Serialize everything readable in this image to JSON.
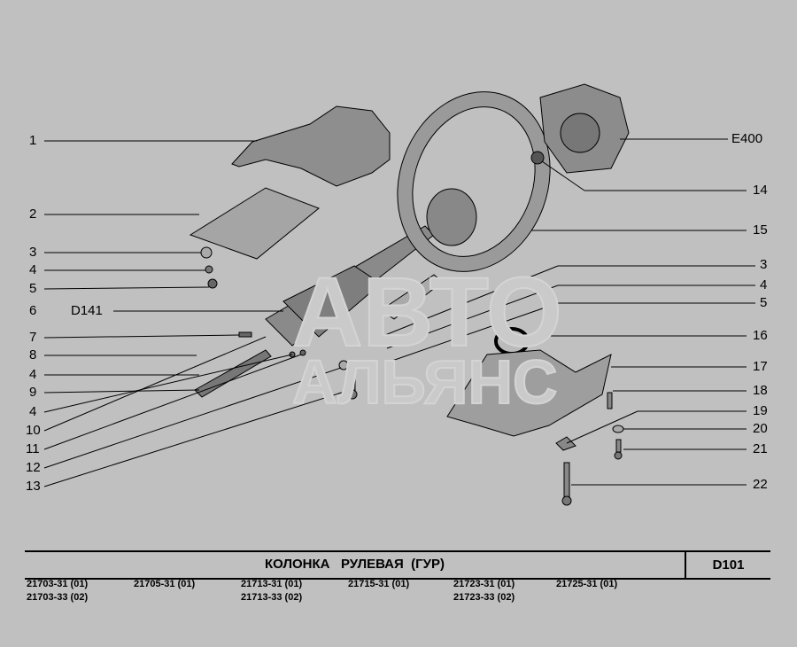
{
  "callouts_left": [
    {
      "num": "1"
    },
    {
      "num": "2"
    },
    {
      "num": "3"
    },
    {
      "num": "4"
    },
    {
      "num": "5"
    },
    {
      "num": "6",
      "ref": "D141"
    },
    {
      "num": "7"
    },
    {
      "num": "8"
    },
    {
      "num": "4"
    },
    {
      "num": "9"
    },
    {
      "num": "4"
    },
    {
      "num": "10"
    },
    {
      "num": "11"
    },
    {
      "num": "12"
    },
    {
      "num": "13"
    }
  ],
  "callouts_right": [
    {
      "num": "E400"
    },
    {
      "num": "14"
    },
    {
      "num": "15"
    },
    {
      "num": "3"
    },
    {
      "num": "4"
    },
    {
      "num": "5"
    },
    {
      "num": "16"
    },
    {
      "num": "17"
    },
    {
      "num": "18"
    },
    {
      "num": "19"
    },
    {
      "num": "20"
    },
    {
      "num": "21"
    },
    {
      "num": "22"
    }
  ],
  "watermark": "АВТО АЛЬЯНС",
  "footer": {
    "title": "КОЛОНКА   РУЛЕВАЯ  (ГУР)",
    "code": "D101",
    "models": [
      "21703-31 (01)",
      "21703-33 (02)",
      "21705-31 (01)",
      "21713-31 (01)",
      "21713-33 (02)",
      "21715-31 (01)",
      "21723-31 (01)",
      "21723-33 (02)",
      "21725-31 (01)"
    ]
  }
}
